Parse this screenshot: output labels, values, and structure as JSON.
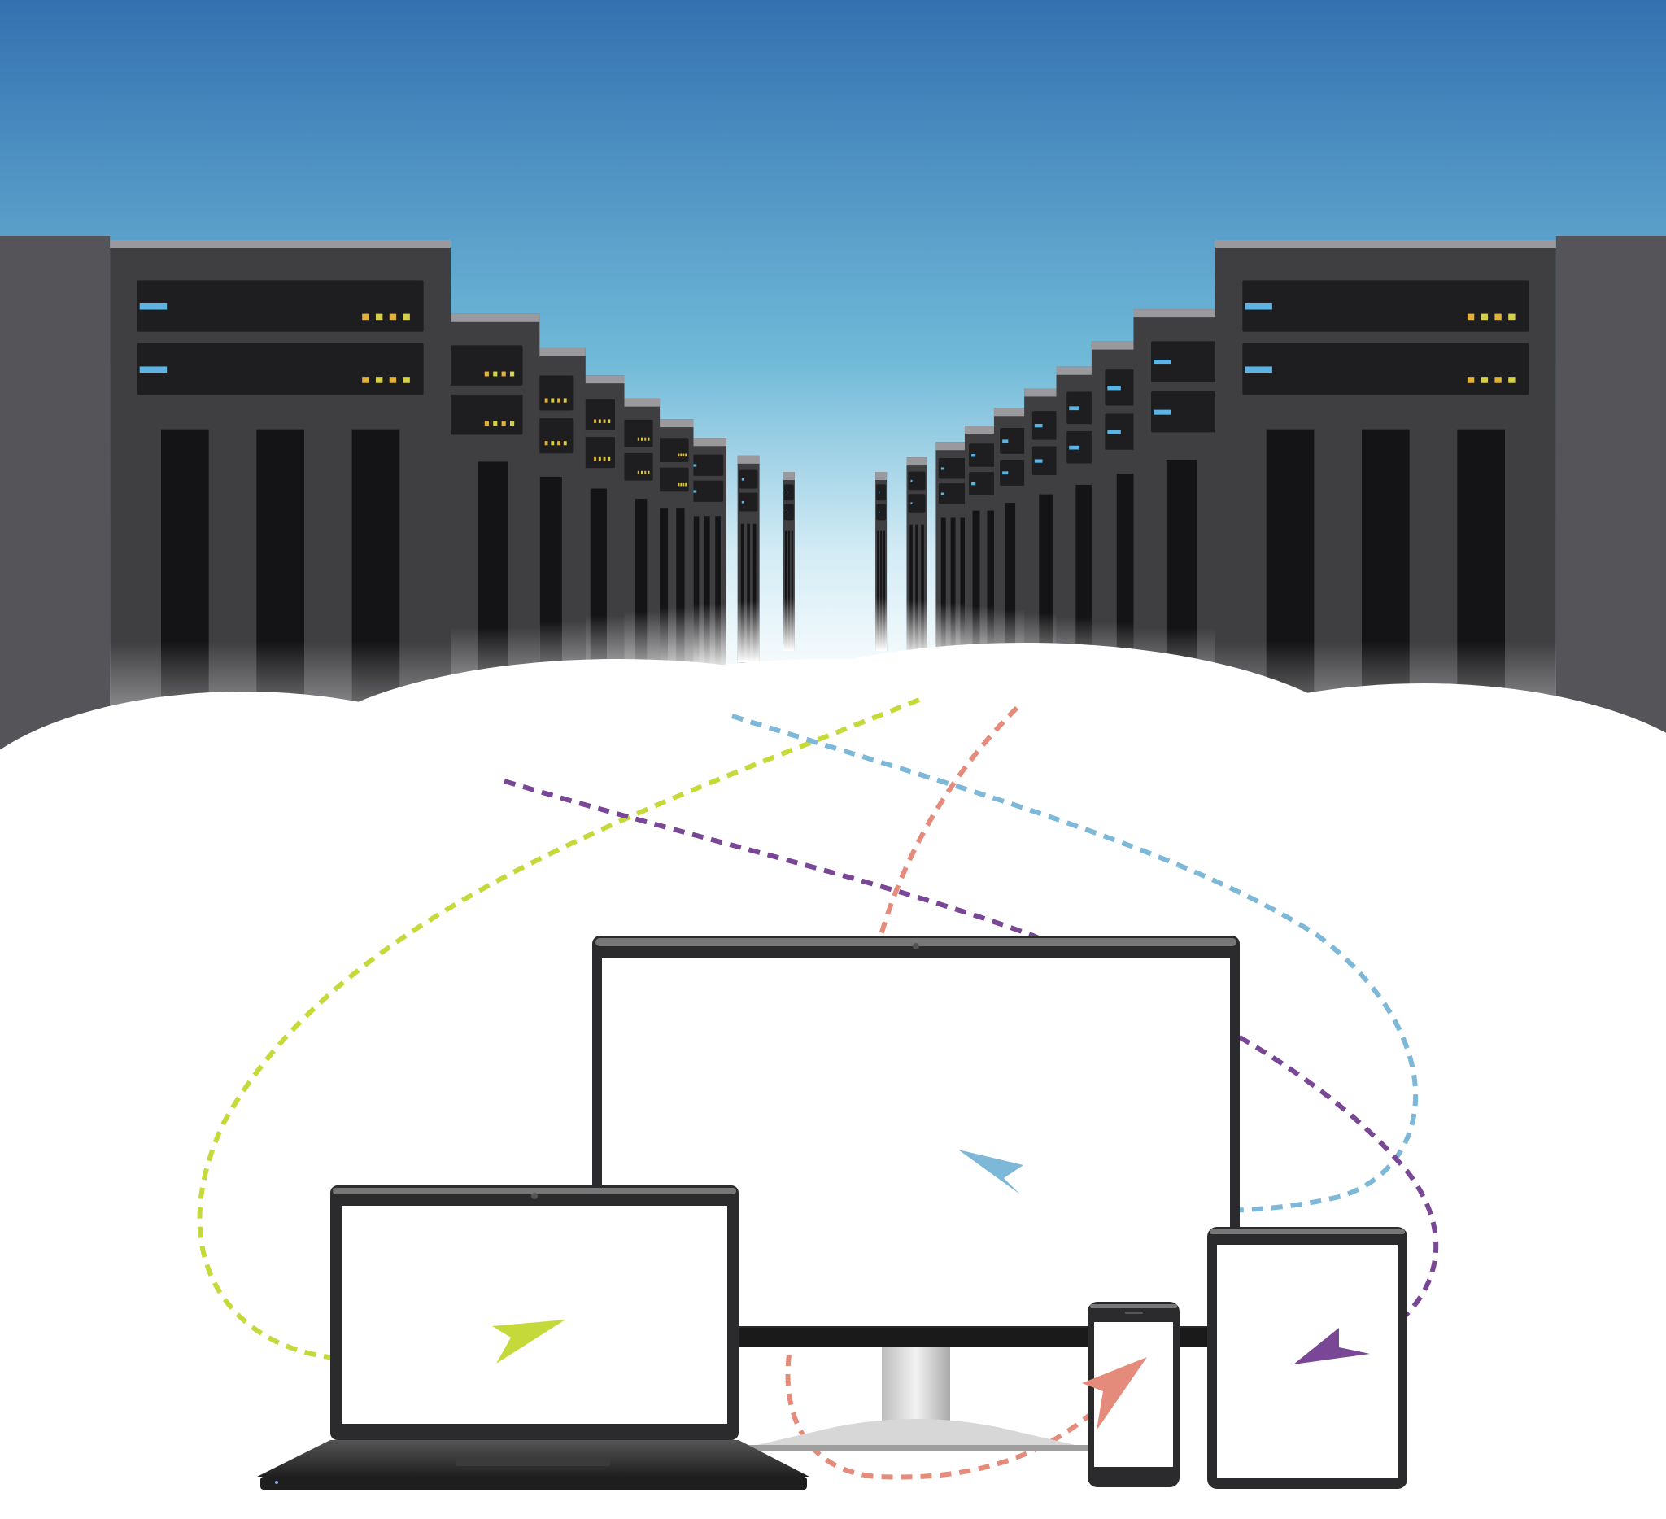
{
  "scene": {
    "colors": {
      "sky_top": "#3370b0",
      "sky_mid": "#6fb9d8",
      "cloud": "#ffffff",
      "rack_body": "#3f3f42",
      "rack_side": "#555559",
      "rack_dark": "#1e1e20",
      "device_frame": "#2b2b2d",
      "screen": "#ffffff"
    },
    "server_rows": [
      {
        "side": "left",
        "racks": 9
      },
      {
        "side": "right",
        "racks": 10
      }
    ],
    "devices": [
      {
        "type": "monitor",
        "icon": "desktop-monitor-icon"
      },
      {
        "type": "laptop",
        "icon": "laptop-icon"
      },
      {
        "type": "tablet",
        "icon": "tablet-icon"
      },
      {
        "type": "phone",
        "icon": "smartphone-icon"
      }
    ],
    "connections": [
      {
        "target": "laptop",
        "color": "#c5d93a"
      },
      {
        "target": "monitor",
        "color": "#7db8d8"
      },
      {
        "target": "tablet",
        "color": "#7a4796"
      },
      {
        "target": "phone",
        "color": "#e58b7c"
      }
    ]
  }
}
